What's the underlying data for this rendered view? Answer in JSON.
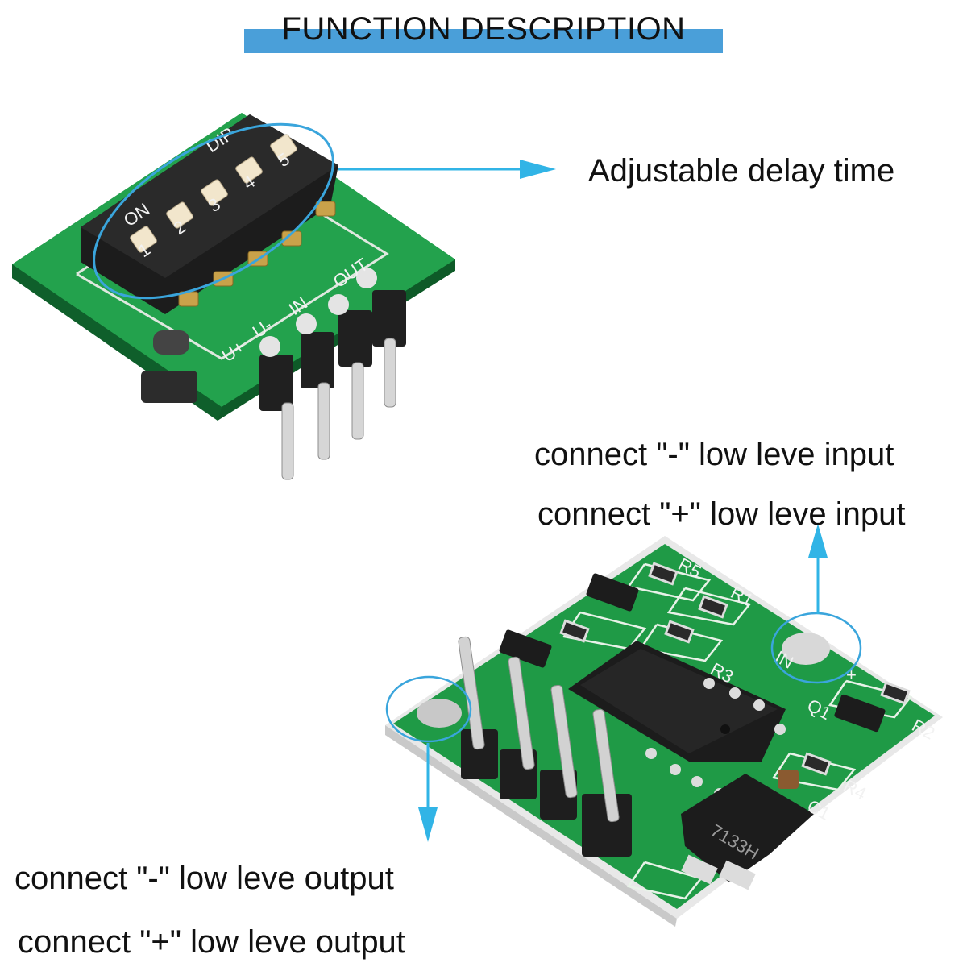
{
  "header": {
    "title": "FUNCTION DESCRIPTION"
  },
  "labels": {
    "delay": "Adjustable delay time",
    "input_minus": "connect \"-\" low leve input",
    "input_plus": "connect \"+\" low leve input",
    "output_minus": "connect \"-\" low leve output",
    "output_plus": "connect \"+\" low leve output"
  },
  "board_top": {
    "dip_label": "DIP",
    "on_label": "ON",
    "switch_numbers": [
      "1",
      "2",
      "3",
      "4",
      "5"
    ],
    "pin_labels": [
      "U+",
      "U-",
      "IN",
      "OUT"
    ]
  },
  "board_bottom": {
    "silkscreen": [
      "R5",
      "R1",
      "R3",
      "R2",
      "Q1",
      "C1",
      "R4",
      "IN",
      "+"
    ],
    "chip_marking": "7133H"
  },
  "colors": {
    "accent": "#4a9fd9",
    "arrow": "#31b4e6",
    "pcb": "#1f9a46",
    "chip": "#1c1c1c"
  }
}
